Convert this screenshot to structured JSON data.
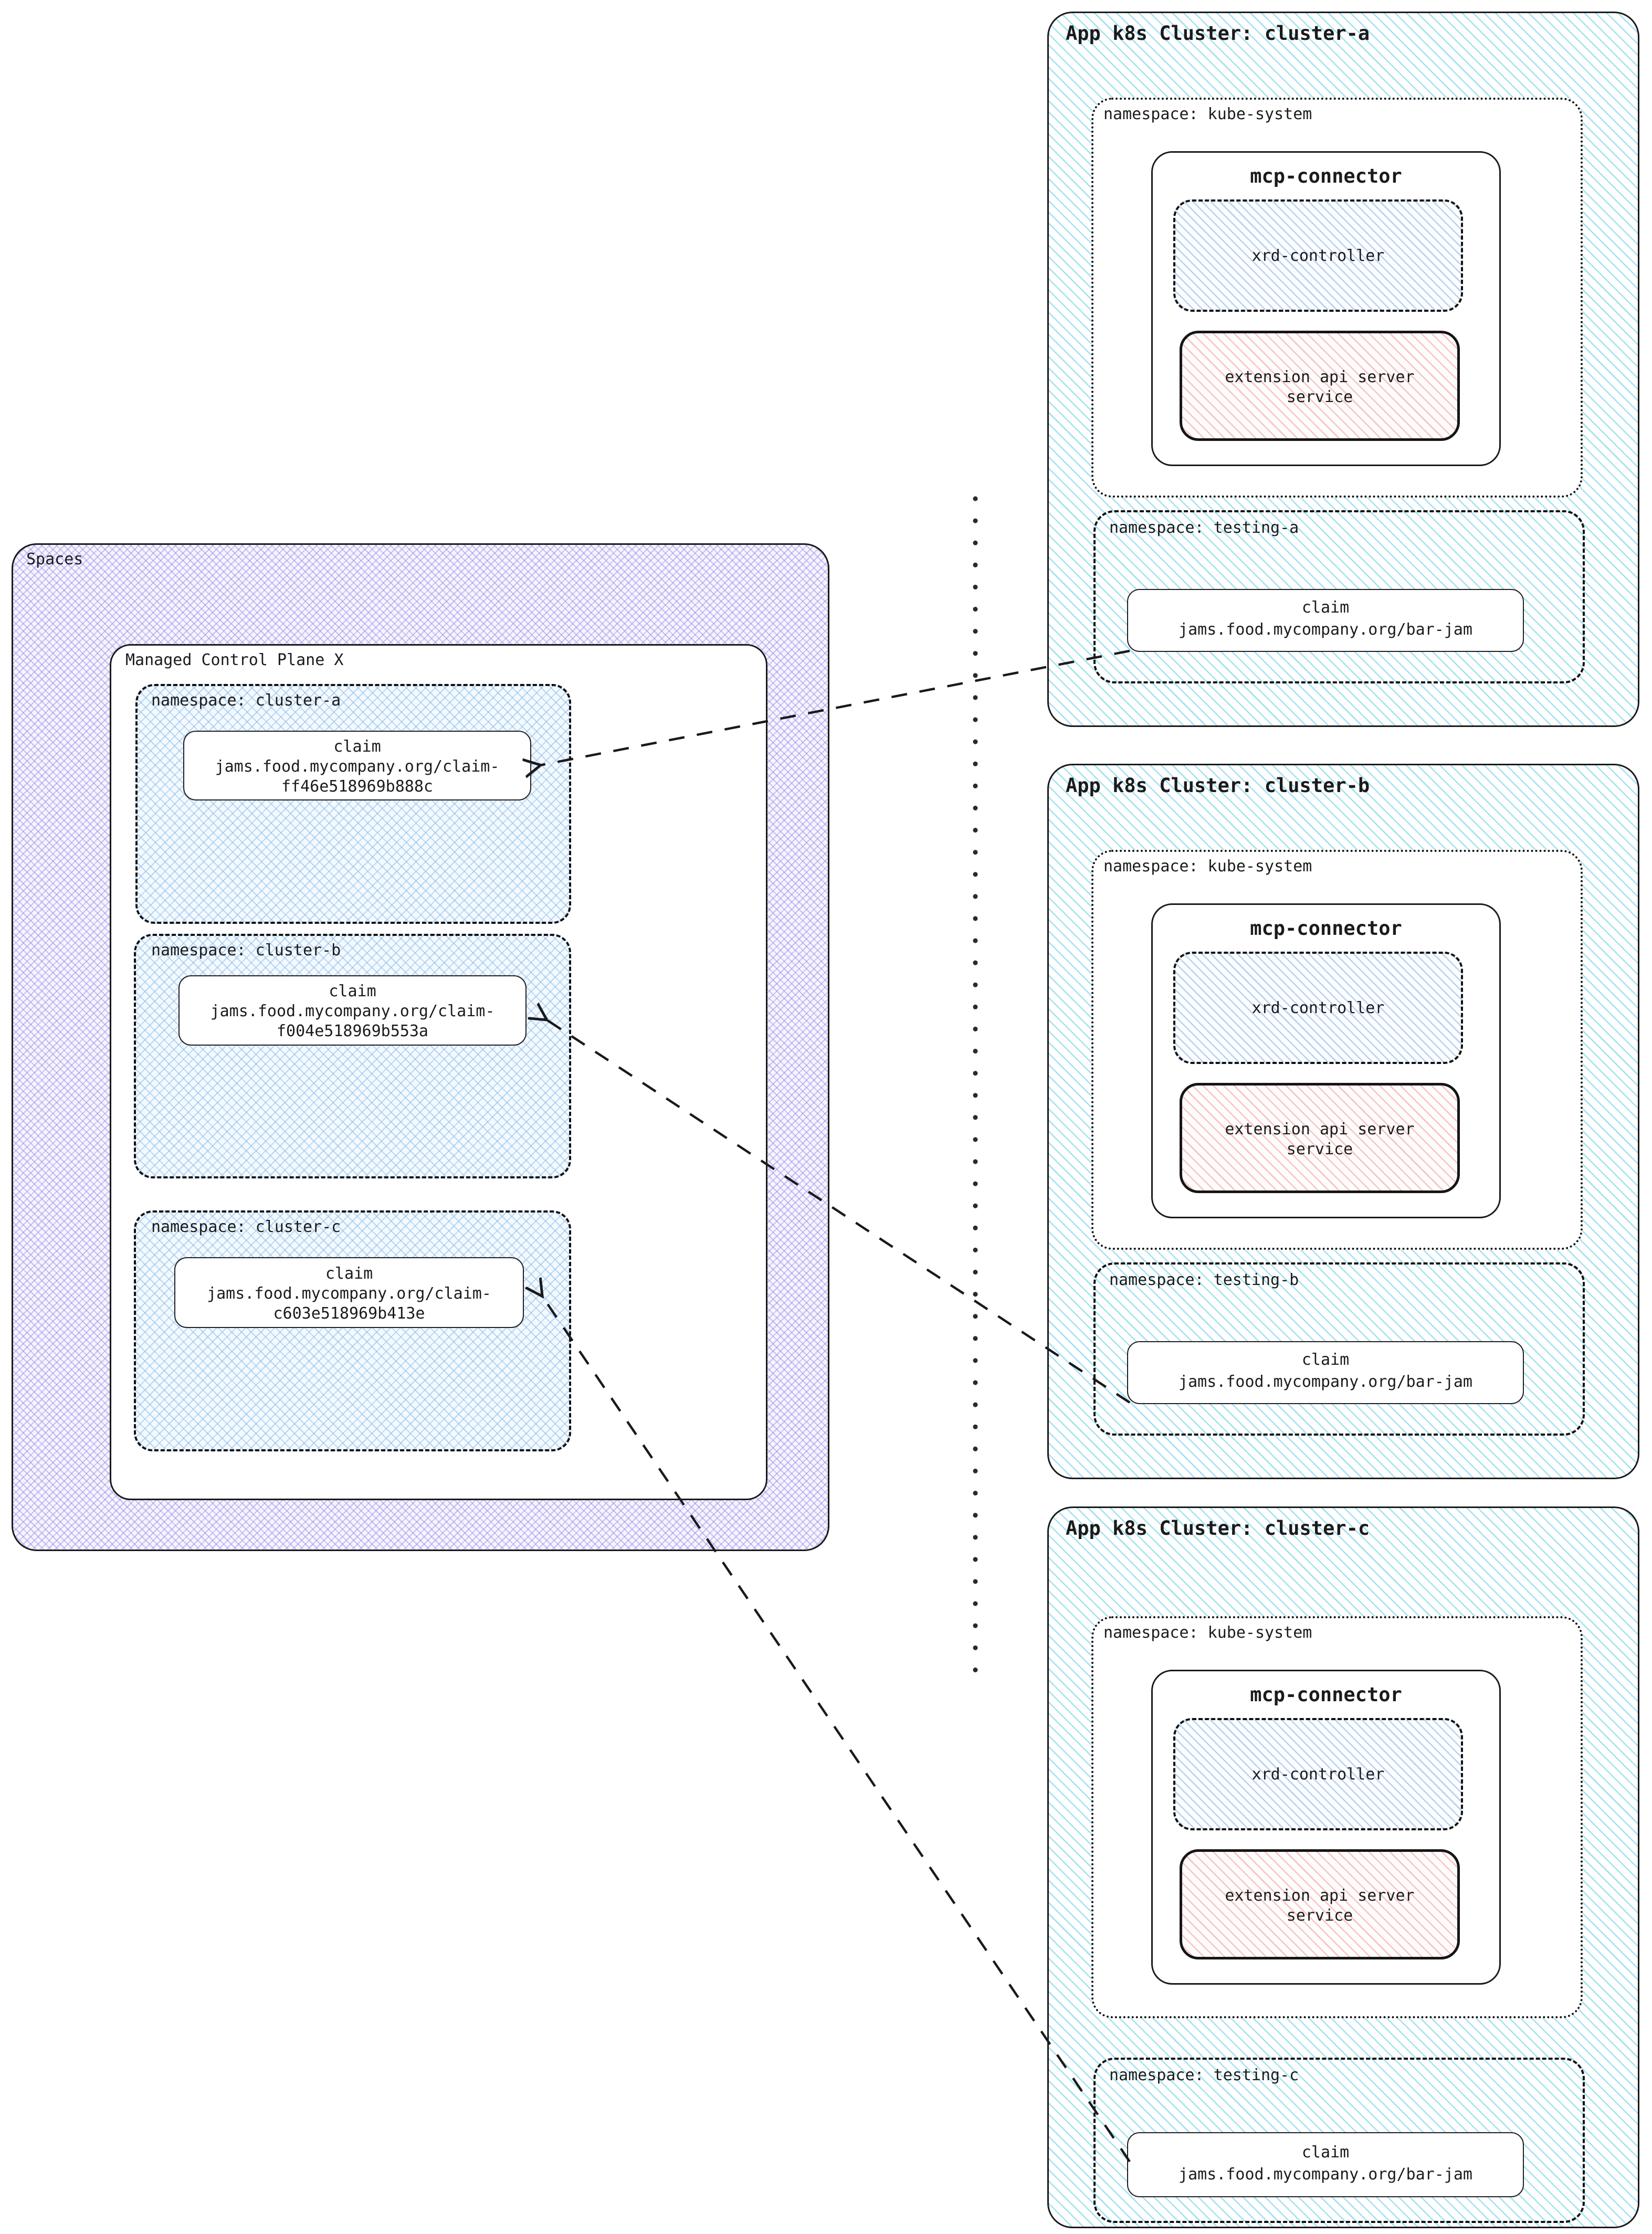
{
  "spaces": {
    "label": "Spaces",
    "mcp": {
      "label": "Managed Control Plane X"
    },
    "namespaces": [
      {
        "label": "namespace: cluster-a",
        "claim": [
          "claim",
          "jams.food.mycompany.org/claim-",
          "ff46e518969b888c"
        ]
      },
      {
        "label": "namespace: cluster-b",
        "claim": [
          "claim",
          "jams.food.mycompany.org/claim-",
          "f004e518969b553a"
        ]
      },
      {
        "label": "namespace: cluster-c",
        "claim": [
          "claim",
          "jams.food.mycompany.org/claim-",
          "c603e518969b413e"
        ]
      }
    ]
  },
  "clusters": [
    {
      "title": "App k8s Cluster: cluster-a",
      "kube_label": "namespace: kube-system",
      "mcp_connector": "mcp-connector",
      "xrd": "xrd-controller",
      "ext": [
        "extension api server",
        "service"
      ],
      "testing_label": "namespace: testing-a",
      "claim": [
        "claim",
        "jams.food.mycompany.org/bar-jam"
      ]
    },
    {
      "title": "App k8s Cluster: cluster-b",
      "kube_label": "namespace: kube-system",
      "mcp_connector": "mcp-connector",
      "xrd": "xrd-controller",
      "ext": [
        "extension api server",
        "service"
      ],
      "testing_label": "namespace: testing-b",
      "claim": [
        "claim",
        "jams.food.mycompany.org/bar-jam"
      ]
    },
    {
      "title": "App k8s Cluster: cluster-c",
      "kube_label": "namespace: kube-system",
      "mcp_connector": "mcp-connector",
      "xrd": "xrd-controller",
      "ext": [
        "extension api server",
        "service"
      ],
      "testing_label": "namespace: testing-c",
      "claim": [
        "claim",
        "jams.food.mycompany.org/bar-jam"
      ]
    }
  ],
  "colors": {
    "cluster_hatch": "#64cdeb",
    "namespace_crosshatch": "#7db4e6",
    "spaces_crosshatch": "#9687eb",
    "extension_hatch": "#f09696",
    "line": "#1a1a1a"
  }
}
